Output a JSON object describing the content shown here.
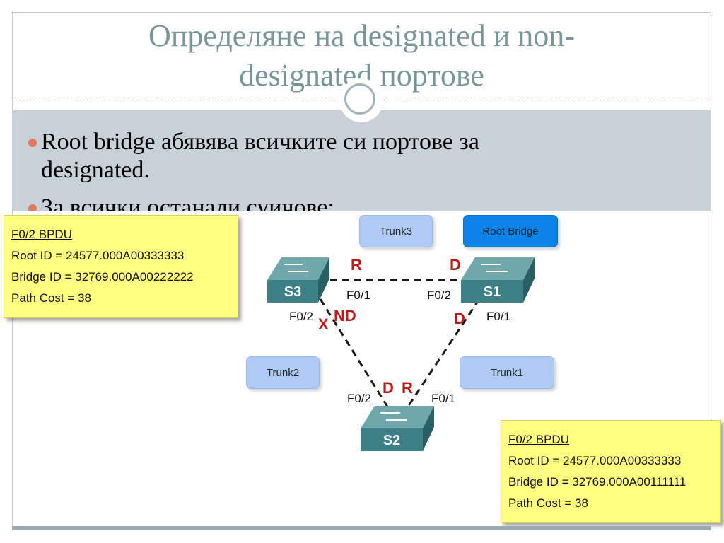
{
  "slide": {
    "title_line1": "Определяне на designated и non-",
    "title_line2": "designated портове",
    "bullet1_line1": "Root bridge абявява всичките си портове за",
    "bullet1_line2": "designated.",
    "bullet2_partial": "За всички останали суичове:"
  },
  "diagram": {
    "switches": [
      "S3",
      "S1",
      "S2"
    ],
    "trunks": {
      "trunk3": "Trunk3",
      "root_bridge": "Root Bridge",
      "trunk2": "Trunk2",
      "trunk1": "Trunk1"
    },
    "ports": {
      "s3_f01": "F0/1",
      "s1_f02": "F0/2",
      "s3_f02": "F0/2",
      "s1_f01": "F0/1",
      "s2_f02": "F0/2",
      "s2_f01": "F0/1"
    },
    "roles": {
      "s3_r": "R",
      "s1_d_top": "D",
      "s3_x": "X",
      "s3_nd": "ND",
      "s1_d_side": "D",
      "s2_d": "D",
      "s2_r": "R"
    },
    "info_box_left": {
      "header": "F0/2 BPDU",
      "root_id": "Root ID = 24577.000A00333333",
      "bridge_id": "Bridge ID = 32769.000A00222222",
      "path_cost": "Path Cost = 38"
    },
    "info_box_right": {
      "header": "F0/2 BPDU",
      "root_id": "Root ID = 24577.000A00333333",
      "bridge_id": "Bridge ID = 32769.000A00111111",
      "path_cost": "Path Cost = 38"
    }
  },
  "colors": {
    "title": "#77969a",
    "band": "#c8d1d7",
    "bullet": "#e07a5f",
    "switch": "#3c7f84",
    "role": "#c01818",
    "info_box": "#ffff80",
    "trunk": "#aecaf5",
    "root_bridge": "#0a84e8"
  }
}
